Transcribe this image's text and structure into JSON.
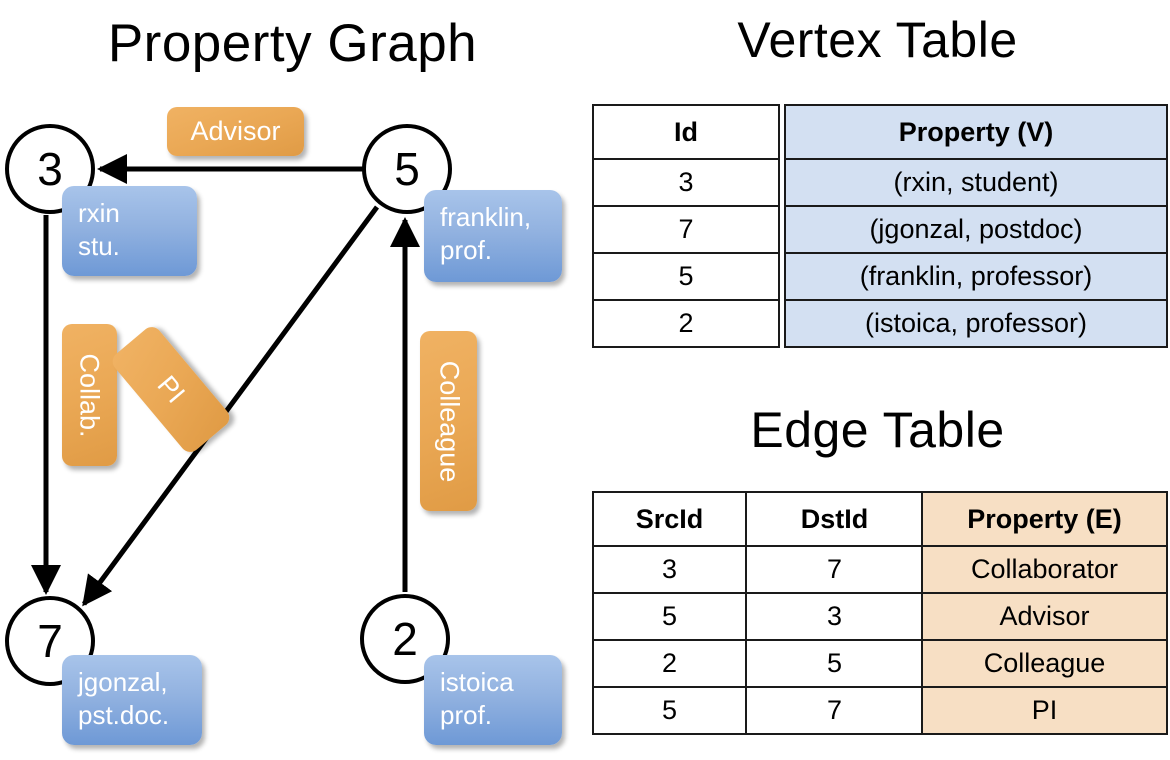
{
  "panels": {
    "graph_title": "Property Graph",
    "vertex_title": "Vertex Table",
    "edge_title": "Edge Table"
  },
  "graph": {
    "nodes": [
      {
        "id": "3",
        "property": "rxin\nstu."
      },
      {
        "id": "5",
        "property": "franklin,\nprof."
      },
      {
        "id": "7",
        "property": "jgonzal,\npst.doc."
      },
      {
        "id": "2",
        "property": "istoica\nprof."
      }
    ],
    "node_labels": {
      "n3": "3",
      "n5": "5",
      "n7": "7",
      "n2": "2"
    },
    "vertex_property_labels": {
      "rxin_line1": "rxin",
      "rxin_line2": "stu.",
      "franklin_line1": "franklin,",
      "franklin_line2": "prof.",
      "jgonzal_line1": "jgonzal,",
      "jgonzal_line2": "pst.doc.",
      "istoica_line1": "istoica",
      "istoica_line2": "prof."
    },
    "edge_labels": {
      "advisor": "Advisor",
      "collab": "Collab.",
      "pi": "PI",
      "colleague": "Colleague"
    },
    "edges": [
      {
        "from": "5",
        "to": "3",
        "label": "Advisor"
      },
      {
        "from": "3",
        "to": "7",
        "label": "Collab."
      },
      {
        "from": "5",
        "to": "7",
        "label": "PI"
      },
      {
        "from": "2",
        "to": "5",
        "label": "Colleague"
      }
    ]
  },
  "vertex_table": {
    "headers": [
      "Id",
      "Property (V)"
    ],
    "rows": [
      {
        "id": "3",
        "property": "(rxin, student)"
      },
      {
        "id": "7",
        "property": "(jgonzal, postdoc)"
      },
      {
        "id": "5",
        "property": "(franklin, professor)"
      },
      {
        "id": "2",
        "property": "(istoica, professor)"
      }
    ]
  },
  "edge_table": {
    "headers": [
      "SrcId",
      "DstId",
      "Property (E)"
    ],
    "rows": [
      {
        "src": "3",
        "dst": "7",
        "property": "Collaborator"
      },
      {
        "src": "5",
        "dst": "3",
        "property": "Advisor"
      },
      {
        "src": "2",
        "dst": "5",
        "property": "Colleague"
      },
      {
        "src": "5",
        "dst": "7",
        "property": "PI"
      }
    ]
  },
  "colors": {
    "vertex_shade": "#d3e0f2",
    "edge_shade": "#f7dfc4",
    "vertex_box": "#92b2e0",
    "edge_box": "#eaa855",
    "stroke": "#000000",
    "background": "#ffffff"
  }
}
